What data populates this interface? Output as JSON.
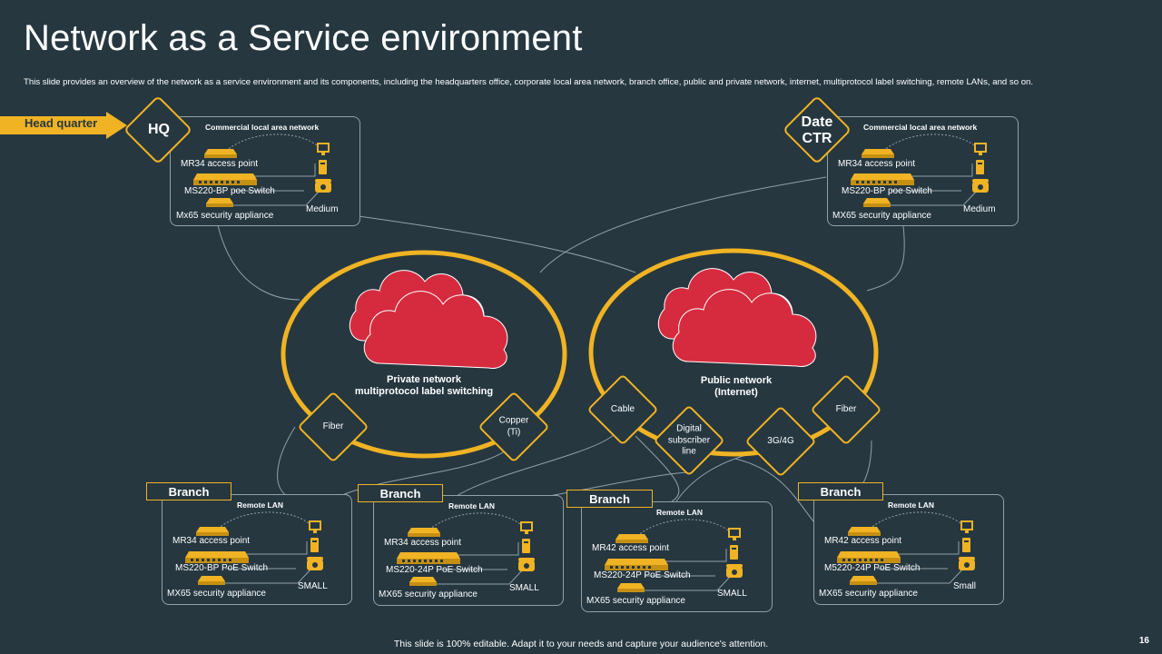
{
  "title": "Network as a Service environment",
  "subtitle": "This slide provides an overview of the network as a service environment and its components, including the headquarters office, corporate local area network, branch office, public and private network, internet, multiprotocol label switching, remote LANs, and so on.",
  "hq_arrow": "Head quarter",
  "hq": {
    "badge": "HQ",
    "header": "Commercial local area network",
    "access_point": "MR34  access point",
    "switch": "MS220-BP  poe Switch",
    "appliance": "Mx65 security appliance",
    "size": "Medium"
  },
  "dc": {
    "badge_line1": "Date",
    "badge_line2": "CTR",
    "header": "Commercial local area network",
    "access_point": "MR34  access point",
    "switch": "MS220-BP  poe Switch",
    "appliance": "MX65 security appliance",
    "size": "Medium"
  },
  "private_network": {
    "line1": "Private network",
    "line2": "multiprotocol label switching"
  },
  "public_network": {
    "line1": "Public network",
    "line2": "(Internet)"
  },
  "connections": {
    "fiber_left": "Fiber",
    "copper_line1": "Copper",
    "copper_line2": "(Ti)",
    "cable": "Cable",
    "dsl_line1": "Digital",
    "dsl_line2": "subscriber",
    "dsl_line3": "line",
    "g3g4": "3G/4G",
    "fiber_right": "Fiber"
  },
  "branches": [
    {
      "tag": "Branch",
      "header": "Remote LAN",
      "access_point": "MR34  access point",
      "switch": "MS220-BP  PoE  Switch",
      "appliance": "MX65 security appliance",
      "size": "SMALL"
    },
    {
      "tag": "Branch",
      "header": "Remote LAN",
      "access_point": "MR34  access point",
      "switch": "MS220-24P  PoE  Switch",
      "appliance": "MX65 security appliance",
      "size": "SMALL"
    },
    {
      "tag": "Branch",
      "header": "Remote LAN",
      "access_point": "MR42  access point",
      "switch": "MS220-24P  PoE  Switch",
      "appliance": "MX65 security appliance",
      "size": "SMALL"
    },
    {
      "tag": "Branch",
      "header": "Remote LAN",
      "access_point": "MR42  access point",
      "switch": "M5220-24P  PoE  Switch",
      "appliance": "MX65 security appliance",
      "size": "Small"
    }
  ],
  "footer": "This slide is 100% editable.  Adapt it to your needs and capture your audience's attention.",
  "page_number": "16",
  "colors": {
    "background": "#263740",
    "accent": "#f0b323",
    "cloud": "#d62b3f",
    "line": "#8fa1a9"
  },
  "icons": [
    "router-icon",
    "switch-icon",
    "appliance-icon",
    "monitor-icon",
    "computer-icon",
    "phone-icon",
    "cloud-icon"
  ]
}
